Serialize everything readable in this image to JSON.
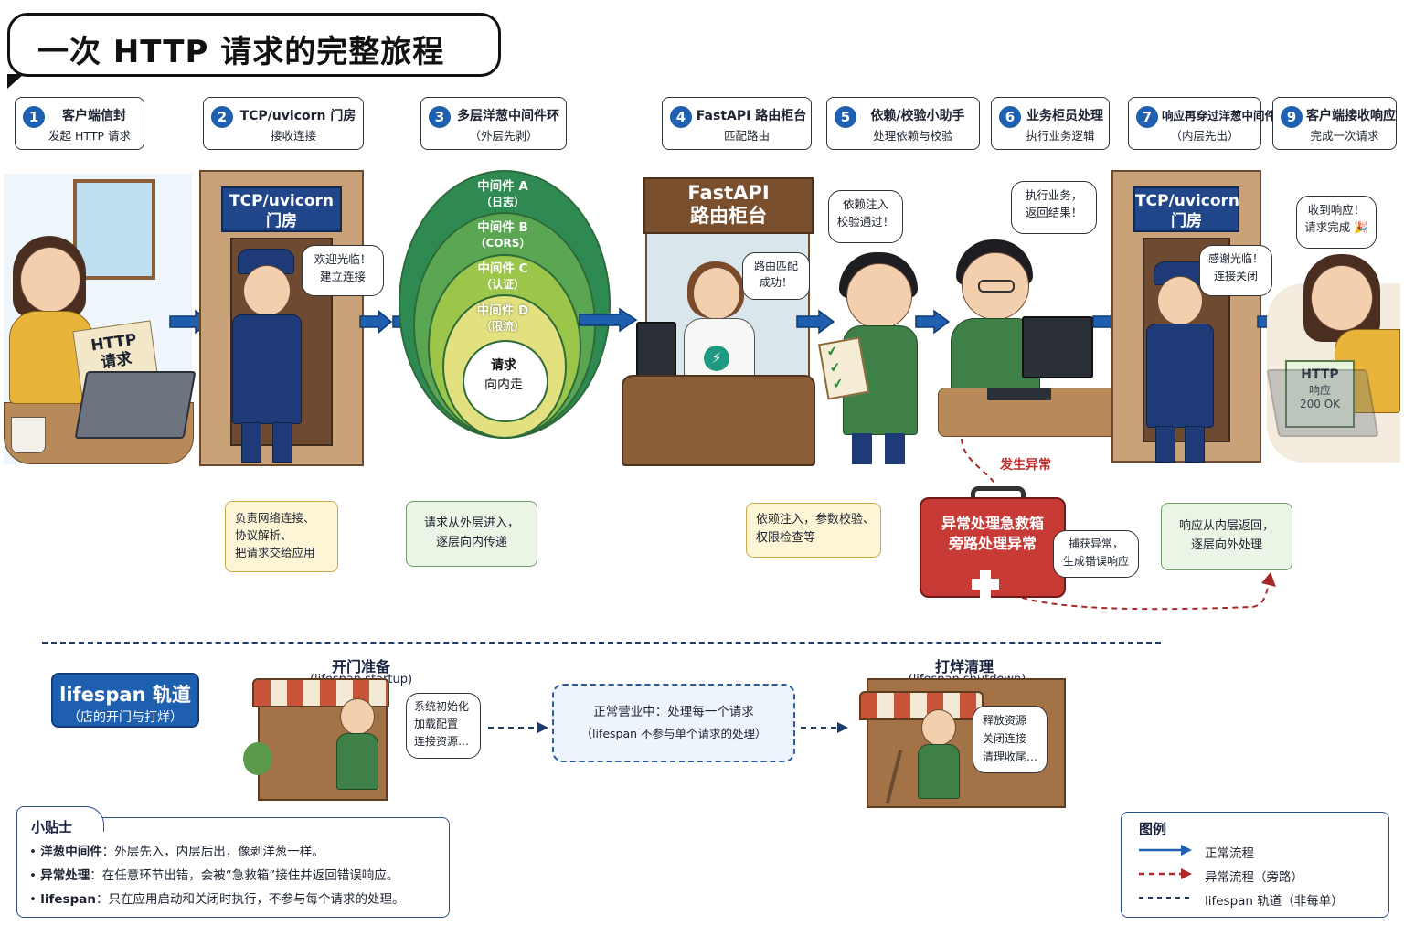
{
  "title": "一次 HTTP 请求的完整旅程",
  "steps": [
    {
      "num": "1",
      "title": "客户端信封",
      "sub": "发起 HTTP 请求"
    },
    {
      "num": "2",
      "title": "TCP/uvicorn 门房",
      "sub": "接收连接"
    },
    {
      "num": "3",
      "title": "多层洋葱中间件环",
      "sub": "（外层先剥）"
    },
    {
      "num": "4",
      "title": "FastAPI 路由柜台",
      "sub": "匹配路由"
    },
    {
      "num": "5",
      "title": "依赖/校验小助手",
      "sub": "处理依赖与校验"
    },
    {
      "num": "6",
      "title": "业务柜员处理",
      "sub": "执行业务逻辑"
    },
    {
      "num": "7",
      "title": "响应再穿过洋葱中间件",
      "sub": "（内层先出）"
    },
    {
      "num": "9",
      "title": "客户端接收响应",
      "sub": "完成一次请求"
    }
  ],
  "scene": {
    "envelope": [
      "HTTP",
      "请求"
    ],
    "booth_sign": [
      "TCP/uvicorn",
      "门房"
    ],
    "guard_bubble": [
      "欢迎光临！",
      "建立连接"
    ],
    "onion_layers": [
      {
        "name": "中间件 A",
        "tag": "（日志）"
      },
      {
        "name": "中间件 B",
        "tag": "（CORS）"
      },
      {
        "name": "中间件 C",
        "tag": "（认证）"
      },
      {
        "name": "中间件 D",
        "tag": "（限流）"
      }
    ],
    "onion_core": [
      "请求",
      "向内走"
    ],
    "counter_sign": [
      "FastAPI",
      "路由柜台"
    ],
    "router_bubble": [
      "路由匹配",
      "成功！"
    ],
    "helper_bubble": [
      "依赖注入",
      "校验通过！"
    ],
    "clerk_bubble": [
      "执行业务，",
      "返回结果！"
    ],
    "booth2_sign": [
      "TCP/uvicorn",
      "门房"
    ],
    "guard2_bubble": [
      "感谢光临！",
      "连接关闭"
    ],
    "client_bubble": [
      "收到响应！",
      "请求完成 🎉"
    ],
    "response_card": [
      "HTTP",
      "响应",
      "200 OK"
    ],
    "exception_label": "发生异常",
    "kit_text": [
      "异常处理急救箱",
      "旁路处理异常"
    ],
    "kit_bubble": [
      "捕获异常，",
      "生成错误响应"
    ]
  },
  "notes": {
    "n1": [
      "负责网络连接、",
      "协议解析、",
      "把请求交给应用"
    ],
    "n2": [
      "请求从外层进入，",
      "逐层向内传递"
    ],
    "n3": [
      "依赖注入，参数校验、",
      "权限检查等"
    ],
    "n4": [
      "响应从内层返回，",
      "逐层向外处理"
    ]
  },
  "lifespan": {
    "label": "lifespan 轨道",
    "sub": "（店的开门与打烊）",
    "startup_title": "开门准备",
    "startup_sub": "(lifespan startup)",
    "startup_bubble": [
      "系统初始化",
      "加载配置",
      "连接资源…"
    ],
    "running": [
      "正常营业中：处理每一个请求",
      "（lifespan 不参与单个请求的处理）"
    ],
    "shutdown_title": "打烊清理",
    "shutdown_sub": "(lifespan shutdown)",
    "shutdown_bubble": [
      "释放资源",
      "关闭连接",
      "清理收尾…"
    ]
  },
  "tips": {
    "title": "小贴士",
    "items": [
      {
        "key": "洋葱中间件",
        "text": "：外层先入，内层后出，像剥洋葱一样。"
      },
      {
        "key": "异常处理",
        "text": "：在任意环节出错，会被“急救箱”接住并返回错误响应。"
      },
      {
        "key": "lifespan",
        "text": "：只在应用启动和关闭时执行，不参与每个请求的处理。"
      }
    ]
  },
  "legend": {
    "title": "图例",
    "items": [
      "正常流程",
      "异常流程（旁路）",
      "lifespan 轨道（非每单）"
    ]
  },
  "colors": {
    "primary_blue": "#1f5fb0",
    "exception_red": "#c42b2b",
    "note_yellow": "#fdf6d6",
    "note_green": "#eaf5e6"
  }
}
